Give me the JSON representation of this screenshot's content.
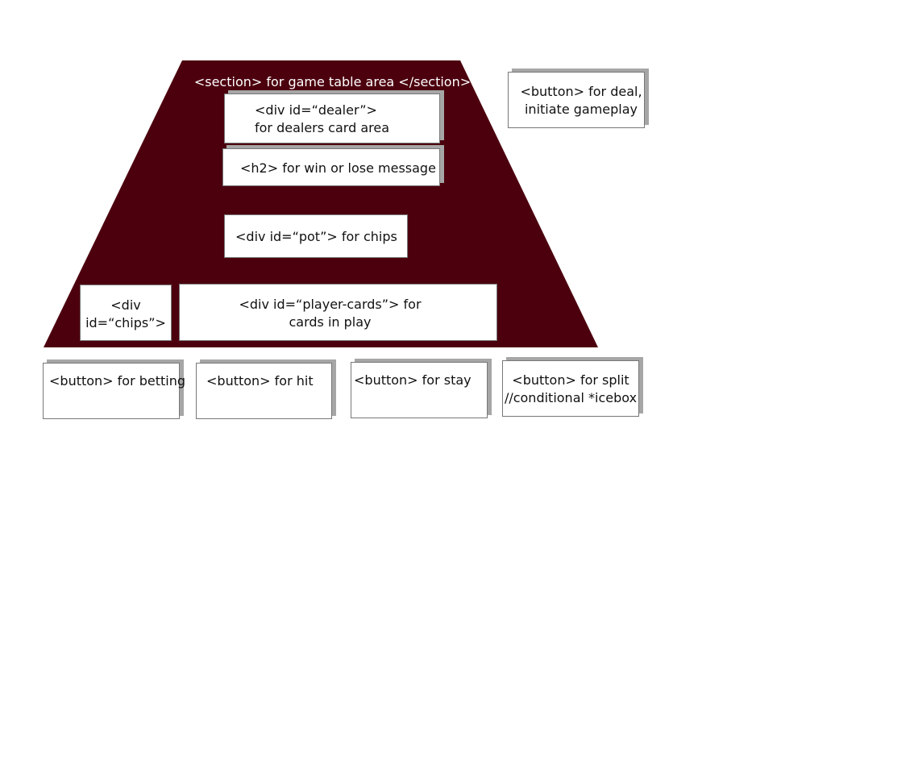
{
  "colors": {
    "table_fill": "#4c000e",
    "box_fill": "#ffffff",
    "box_shadow": "#a6a6a6",
    "label_text": "#ffffff"
  },
  "table": {
    "section_label": "<section> for game table area </section>",
    "dealer_area": "<div id=“dealer”>\nfor dealers card area",
    "message_area": "<h2> for win or lose message",
    "pot_area": "<div id=“pot”> for chips",
    "chips_area": "<div\nid=“chips”>",
    "player_cards_area": "<div id=“player-cards”> for\ncards in play"
  },
  "buttons": {
    "deal": "<button> for deal,\ninitiate gameplay",
    "betting": "<button> for betting",
    "hit": "<button> for hit",
    "stay": "<button> for stay",
    "split": "<button> for split\n//conditional *icebox"
  }
}
